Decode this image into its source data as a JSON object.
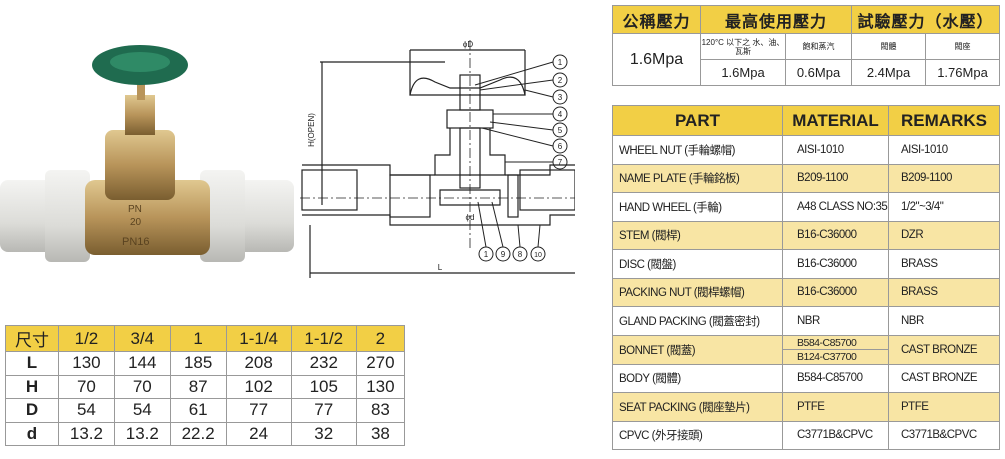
{
  "pressure_table": {
    "headers": [
      "公稱壓力",
      "最高使用壓力",
      "試驗壓力（水壓）"
    ],
    "nominal_pressure": "1.6Mpa",
    "sub_headers": [
      "120°C 以下之 水、油、瓦斯",
      "飽和蒸汽",
      "閥體",
      "閥座"
    ],
    "values": [
      "1.6Mpa",
      "0.6Mpa",
      "2.4Mpa",
      "1.76Mpa"
    ]
  },
  "parts_table": {
    "headers": [
      "PART",
      "MATERIAL",
      "REMARKS"
    ],
    "rows": [
      {
        "part": "WHEEL NUT (手輪螺帽)",
        "material": "AISI-1010",
        "remarks": "AISI-1010"
      },
      {
        "part": "NAME PLATE (手輪銘板)",
        "material": "B209-1100",
        "remarks": "B209-1100"
      },
      {
        "part": "HAND WHEEL (手輪)",
        "material": "A48 CLASS NO:35",
        "remarks": "1/2\"~3/4\""
      },
      {
        "part": "STEM (閥桿)",
        "material": "B16-C36000",
        "remarks": "DZR"
      },
      {
        "part": "DISC (閥盤)",
        "material": "B16-C36000",
        "remarks": "BRASS"
      },
      {
        "part": "PACKING NUT (閥桿螺帽)",
        "material": "B16-C36000",
        "remarks": "BRASS"
      },
      {
        "part": "GLAND PACKING (閥蓋密封)",
        "material": "NBR",
        "remarks": "NBR"
      },
      {
        "part": "BONNET (閥蓋)",
        "material": "B584-C85700",
        "material2": "B124-C37700",
        "remarks": "CAST BRONZE"
      },
      {
        "part": "BODY (閥體)",
        "material": "B584-C85700",
        "remarks": "CAST BRONZE"
      },
      {
        "part": "SEAT PACKING (閥座墊片)",
        "material": "PTFE",
        "remarks": "PTFE"
      },
      {
        "part": "CPVC (外牙接頭)",
        "material": "C3771B&CPVC",
        "remarks": "C3771B&CPVC"
      }
    ]
  },
  "size_table": {
    "header_label": "尺寸",
    "sizes": [
      "1/2",
      "3/4",
      "1",
      "1-1/4",
      "1-1/2",
      "2"
    ],
    "rows": [
      {
        "key": "L",
        "values": [
          "130",
          "144",
          "185",
          "208",
          "232",
          "270"
        ]
      },
      {
        "key": "H",
        "values": [
          "70",
          "70",
          "87",
          "102",
          "105",
          "130"
        ]
      },
      {
        "key": "D",
        "values": [
          "54",
          "54",
          "61",
          "77",
          "77",
          "83"
        ]
      },
      {
        "key": "d",
        "values": [
          "13.2",
          "13.2",
          "22.2",
          "24",
          "32",
          "38"
        ]
      }
    ]
  },
  "diagram": {
    "labels": {
      "D": "ϕD",
      "d": "ϕd",
      "H": "H(OPEN)",
      "L": "L"
    },
    "callouts": [
      "1",
      "2",
      "3",
      "4",
      "5",
      "6",
      "7",
      "8",
      "9",
      "10"
    ]
  },
  "photo": {
    "body_marks": [
      "PN",
      "20",
      "PN16"
    ]
  },
  "colors": {
    "header_yellow": "#f2cf45",
    "row_yellow": "#f8e5a4",
    "wheel_green": "#1f6b4f"
  }
}
